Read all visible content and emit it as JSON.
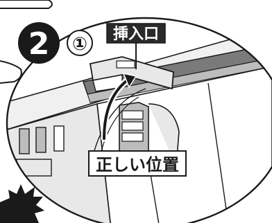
{
  "step": {
    "number": "2",
    "sub_number": "①"
  },
  "labels": {
    "insertion_port": "挿入口",
    "correct_position": "正しい位置"
  },
  "colors": {
    "ink": "#1a1a1a",
    "label_fill": "#2a2a2a",
    "label_text": "#ffffff",
    "tone_light": "#e8e8e8",
    "tone_mid": "#bdbdbd",
    "tone_dark": "#7a7a7a",
    "paper": "#ffffff"
  }
}
